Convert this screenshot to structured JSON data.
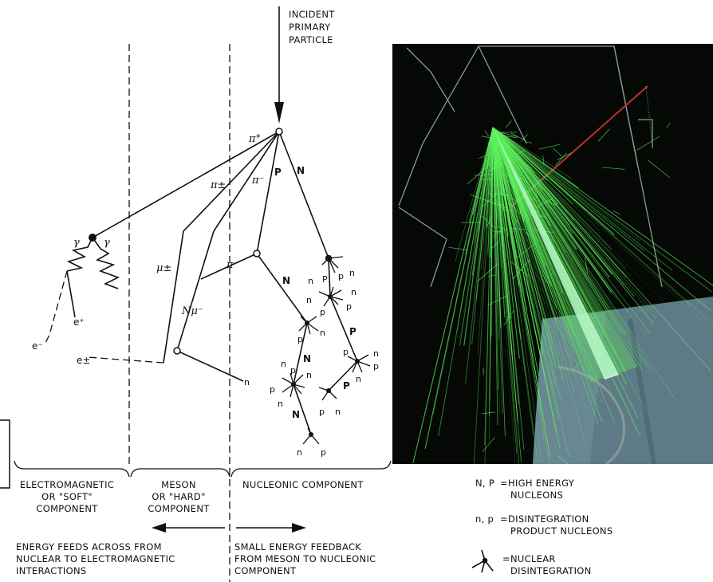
{
  "top_label": [
    "INCIDENT",
    "PRIMARY",
    "PARTICLE"
  ],
  "particles": {
    "pi0": "π°",
    "pi_pm": "π±",
    "pi_minus": "π⁻",
    "pi_minus2": "π⁻",
    "P": "P",
    "N": "N",
    "gamma": "γ",
    "e_plus": "e⁺",
    "e_minus": "e⁻",
    "e_pm": "e±",
    "mu_pm": "μ±",
    "N_mu": "Nμ⁻",
    "n": "n",
    "p": "p"
  },
  "components": {
    "electromagnetic": [
      "ELECTROMAGNETIC",
      "OR \"SOFT\"",
      "COMPONENT"
    ],
    "meson": [
      "MESON",
      "OR \"HARD\"",
      "COMPONENT"
    ],
    "nucleonic": [
      "NUCLEONIC COMPONENT"
    ]
  },
  "notes": {
    "left": [
      "ENERGY FEEDS ACROSS FROM",
      "NUCLEAR TO ELECTROMAGNETIC",
      "INTERACTIONS"
    ],
    "right": [
      "SMALL ENERGY FEEDBACK",
      "FROM MESON TO NUCLEONIC",
      "COMPONENT"
    ]
  },
  "legend": [
    {
      "key": "N, P",
      "eq": "=",
      "lines": [
        "HIGH ENERGY",
        "NUCLEONS"
      ]
    },
    {
      "key": "n, p",
      "eq": "=",
      "lines": [
        "DISINTEGRATION",
        "PRODUCT NUCLEONS"
      ]
    },
    {
      "key": "",
      "eq": "=",
      "lines": [
        "NUCLEAR",
        "DISINTEGRATION"
      ]
    }
  ],
  "colors": {
    "ink": "#111111",
    "photo_background": "#050805",
    "shower_green": "#5cf05c",
    "shower_core": "#e8ffff",
    "grid_line": "#8a9a92",
    "red_line": "#c0302a",
    "terrain": "#5e7a86"
  }
}
